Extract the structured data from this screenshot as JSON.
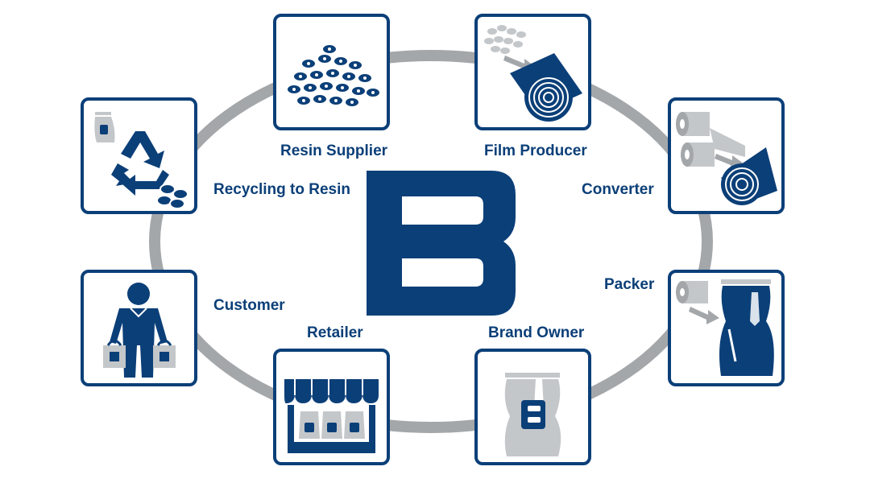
{
  "colors": {
    "primary": "#0b3f78",
    "ring": "#a4a7aa",
    "light": "#c4c7ca",
    "background": "#ffffff"
  },
  "center_logo": {
    "letter": "B",
    "icon": "b-logo-icon"
  },
  "stages": [
    {
      "id": "resin-supplier",
      "label": "Resin Supplier",
      "icon": "resin-pellets-icon"
    },
    {
      "id": "film-producer",
      "label": "Film Producer",
      "icon": "film-roll-icon"
    },
    {
      "id": "converter",
      "label": "Converter",
      "icon": "converter-rolls-icon"
    },
    {
      "id": "packer",
      "label": "Packer",
      "icon": "pouch-packing-icon"
    },
    {
      "id": "brand-owner",
      "label": "Brand Owner",
      "icon": "branded-pouch-icon"
    },
    {
      "id": "retailer",
      "label": "Retailer",
      "icon": "store-front-icon"
    },
    {
      "id": "customer",
      "label": "Customer",
      "icon": "shopper-icon"
    },
    {
      "id": "recycling",
      "label": "Recycling to Resin",
      "icon": "recycle-icon"
    }
  ]
}
